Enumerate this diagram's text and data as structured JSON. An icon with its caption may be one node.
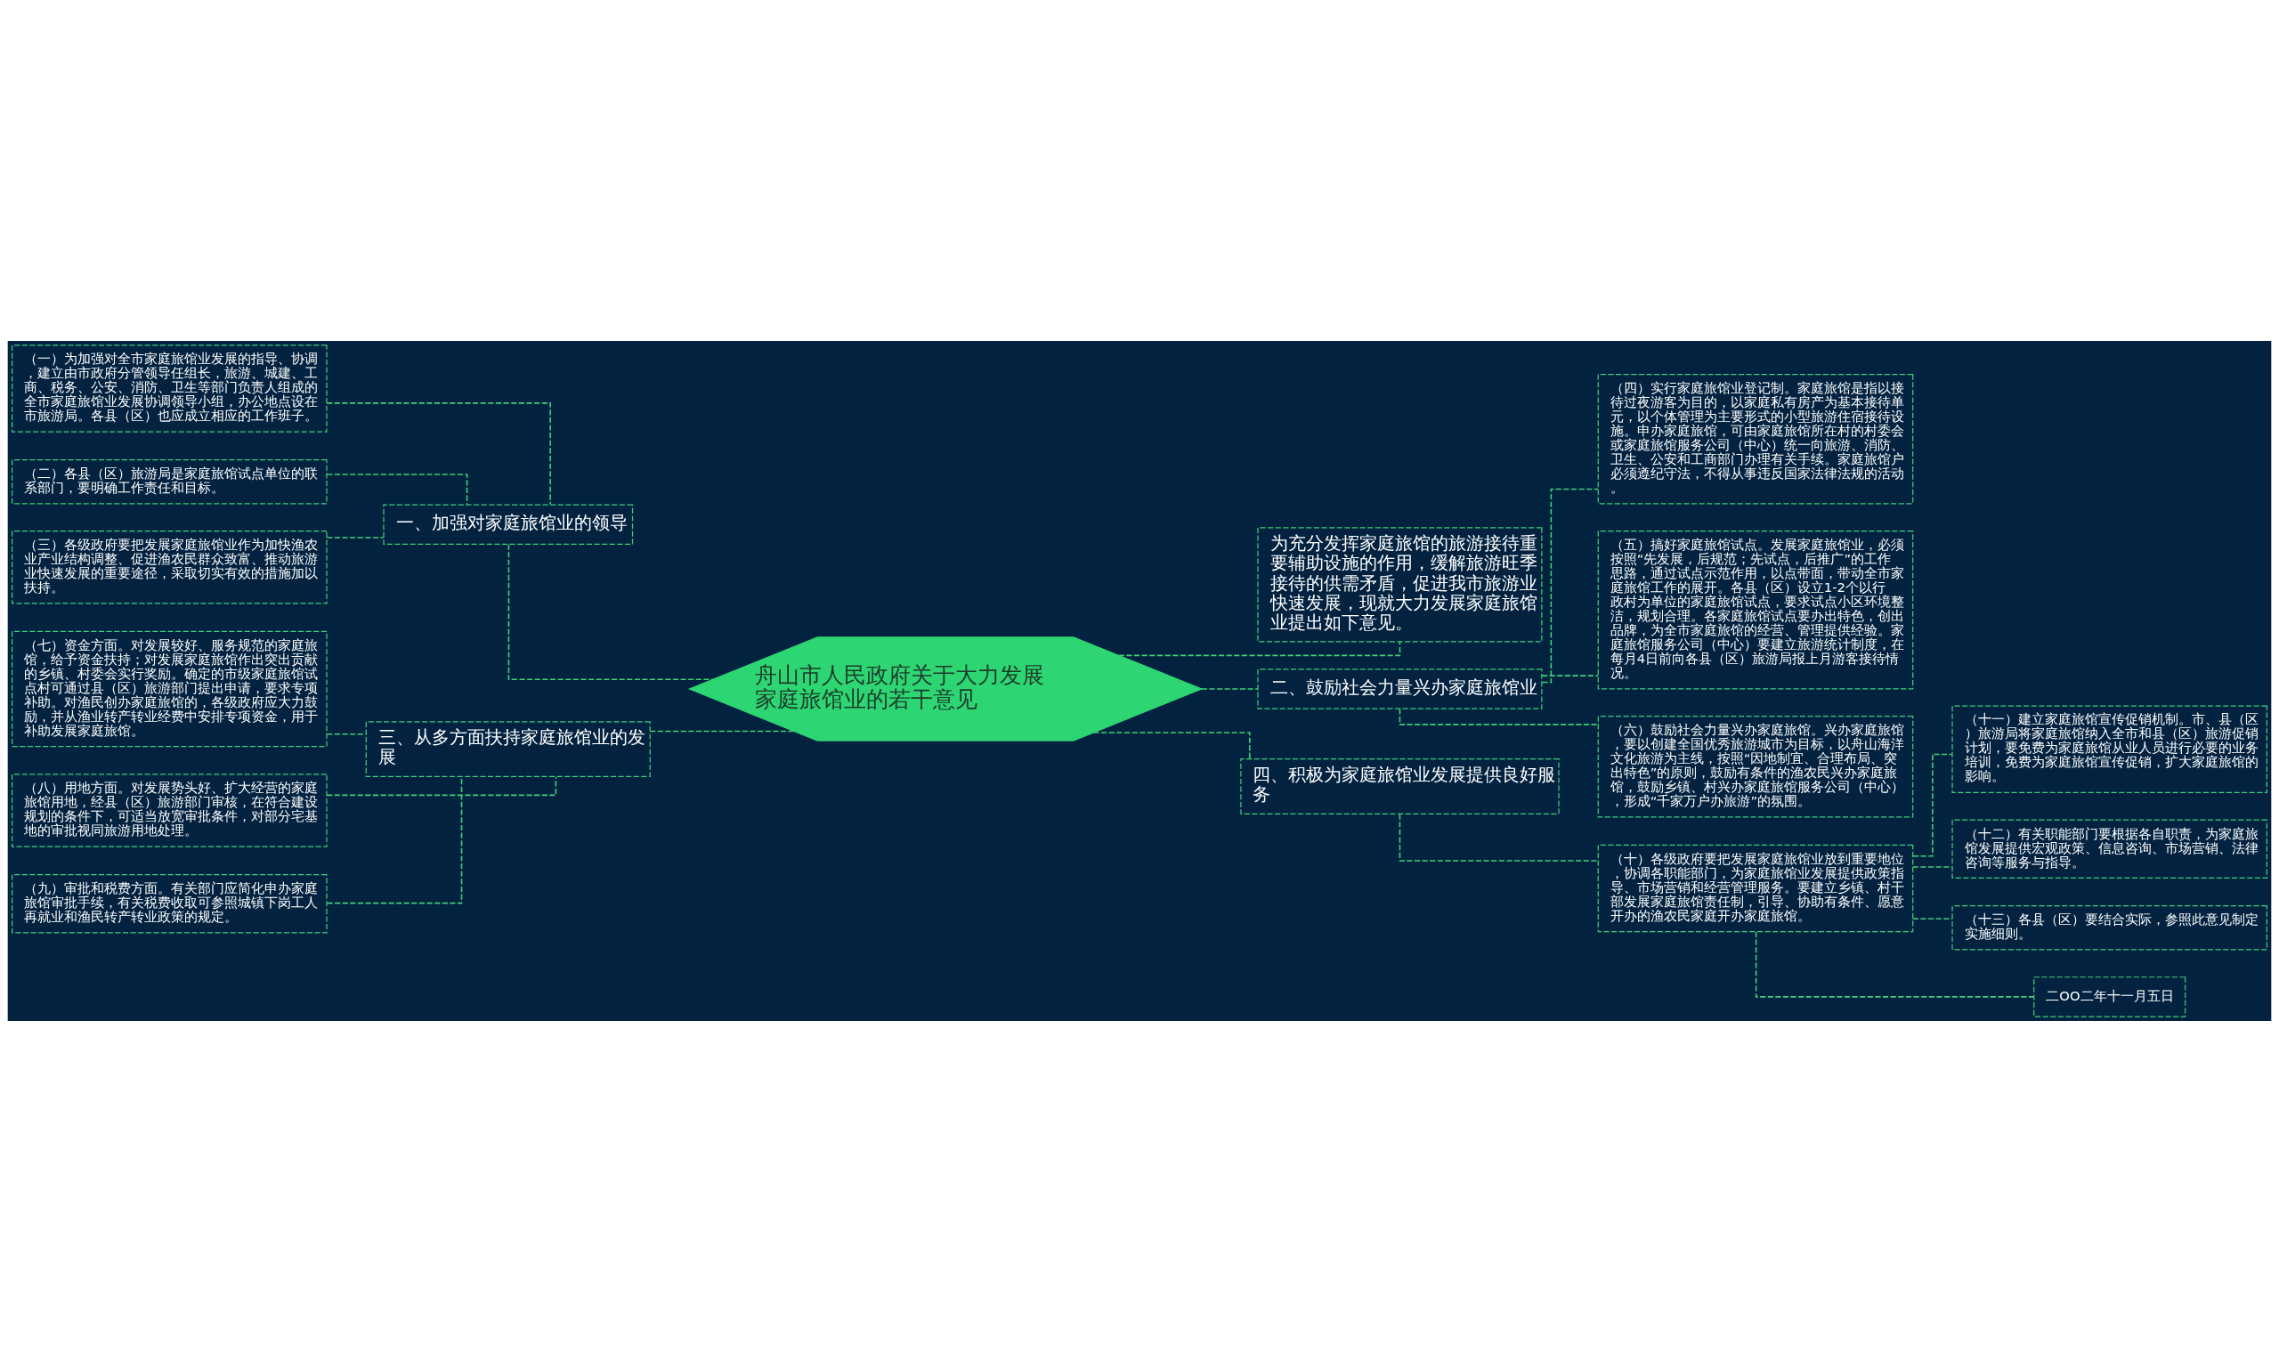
{
  "diagram": {
    "nodes": [
      {
        "text": [
          "舟山市人民政府关于大力发展家庭旅馆业的若干意见"
        ]
      },
      {
        "text": [
          "为充分发挥家庭旅馆的旅游接待重要辅助设施的作用，缓解旅游旺季接待的供需矛盾，促进我市旅游业快速发展，现就大力发展家庭旅馆业提出如下意见。"
        ]
      },
      {
        "text": [
          "一、加强对家庭旅馆业的领导"
        ]
      },
      {
        "text": [
          "（一）为加强对全市家庭旅馆业发展的指导、协调，建立由市政府分管领导任组长，旅游、城建、工商、税务、公安、消防、卫生等部门负责人组成的全市家庭旅馆业发展协调领导小组，办公地点设在市旅游局。各县（区）也应成立相应的工作班子。"
        ]
      },
      {
        "text": [
          "（二）各县（区）旅游局是家庭旅馆试点单位的联系部门，要明确工作责任和目标。"
        ]
      },
      {
        "text": [
          "（三）各级政府要把发展家庭旅馆业作为加快渔农业产业结构调整、促进渔农民群众致富、推动旅游业快速发展的重要途径，采取切实有效的措施加以扶持。"
        ]
      },
      {
        "text": [
          "二、鼓励社会力量兴办家庭旅馆业"
        ]
      },
      {
        "text": [
          "（四）实行家庭旅馆业登记制。家庭旅馆是指以接待过夜游客为目的，以家庭私有房产为基本接待单元，以个体管理为主要形式的小型旅游住宿接待设施。申办家庭旅馆，可由家庭旅馆所在村的村委会或家庭旅馆服务公司（中心）统一向旅游、消防、卫生、公安和工商部门办理有关手续。家庭旅馆户必须遵纪守法，不得从事违反国家法律法规的活动。"
        ]
      },
      {
        "text": [
          "（五）搞好家庭旅馆试点。发展家庭旅馆业，必须按照“先发展，后规范；先试点，后推广”的工作思路，通过试点示范作用，以点带面，带动全市家庭旅馆工作的展开。各县（区）设立1-2个以行政村为单位的家庭旅馆试点，要求试点小区环境整洁，规划合理。各家庭旅馆试点要办出特色，创出品牌，为全市家庭旅馆的经营、管理提供经验。家庭旅馆服务公司（中心）要建立旅游统计制度，在每月4日前向各县（区）旅游局报上月游客接待情况。"
        ]
      },
      {
        "text": [
          "（六）鼓励社会力量兴办家庭旅馆。兴办家庭旅馆，要以创建全国优秀旅游城市为目标，以舟山海洋文化旅游为主线，按照“因地制宜、合理布局、突出特色”的原则，鼓励有条件的渔农民兴办家庭旅馆，鼓励乡镇、村兴办家庭旅馆服务公司（中心），形成“千家万户办旅游”的氛围。"
        ]
      },
      {
        "text": [
          "三、从多方面扶持家庭旅馆业的发展"
        ]
      },
      {
        "text": [
          "（七）资金方面。对发展较好、服务规范的家庭旅馆，给予资金扶持；对发展家庭旅馆作出突出贡献的乡镇、村委会实行奖励。确定的市级家庭旅馆试点村可通过县（区）旅游部门提出申请，要求专项补助。对渔民创办家庭旅馆的，各级政府应大力鼓励，并从渔业转产转业经费中安排专项资金，用于补助发展家庭旅馆。"
        ]
      },
      {
        "text": [
          "（八）用地方面。对发展势头好、扩大经营的家庭旅馆用地，经县（区）旅游部门审核，在符合建设规划的条件下，可适当放宽审批条件，对部分宅基地的审批视同旅游用地处理。"
        ]
      },
      {
        "text": [
          "（九）审批和税费方面。有关部门应简化申办家庭旅馆审批手续，有关税费收取可参照城镇下岗工人再就业和渔民转产转业政策的规定。"
        ]
      },
      {
        "text": [
          "四、积极为家庭旅馆业发展提供良好服务"
        ]
      },
      {
        "text": [
          "（十）各级政府要把发展家庭旅馆业放到重要地位，协调各职能部门，为家庭旅馆业发展提供政策指导、市场营销和经营管理服务。要建立乡镇、村干部发展家庭旅馆责任制，引导、协助有条件、愿意开办的渔农民家庭开办家庭旅馆。"
        ]
      },
      {
        "text": [
          "（十一）建立家庭旅馆宣传促销机制。市、县（区）旅游局将家庭旅馆纳入全市和县（区）旅游促销计划，要免费为家庭旅馆从业人员进行必要的业务培训，免费为家庭旅馆宣传促销，扩大家庭旅馆的影响。"
        ]
      },
      {
        "text": [
          "（十二）有关职能部门要根据各自职责，为家庭旅馆发展提供宏观政策、信息咨询、市场营销、法律咨询等服务与指导。"
        ]
      },
      {
        "text": [
          "（十三）各县（区）要结合实际，参照此意见制定实施细则。"
        ]
      },
      {
        "text": [
          "二OO二年十一月五日"
        ]
      }
    ],
    "edges": [
      {
        "from": 0,
        "to": 1,
        "arrow": "none",
        "style": "dashed"
      },
      {
        "from": 0,
        "to": 2,
        "arrow": "none",
        "style": "dashed"
      },
      {
        "from": 2,
        "to": 3,
        "arrow": "none",
        "style": "dashed"
      },
      {
        "from": 2,
        "to": 4,
        "arrow": "none",
        "style": "dashed"
      },
      {
        "from": 2,
        "to": 5,
        "arrow": "none",
        "style": "dashed"
      },
      {
        "from": 0,
        "to": 6,
        "arrow": "none",
        "style": "dashed"
      },
      {
        "from": 6,
        "to": 7,
        "arrow": "none",
        "style": "dashed"
      },
      {
        "from": 6,
        "to": 8,
        "arrow": "none",
        "style": "dashed"
      },
      {
        "from": 6,
        "to": 9,
        "arrow": "none",
        "style": "dashed"
      },
      {
        "from": 0,
        "to": 10,
        "arrow": "none",
        "style": "dashed"
      },
      {
        "from": 10,
        "to": 11,
        "arrow": "none",
        "style": "dashed"
      },
      {
        "from": 10,
        "to": 12,
        "arrow": "none",
        "style": "dashed"
      },
      {
        "from": 10,
        "to": 13,
        "arrow": "none",
        "style": "dashed"
      },
      {
        "from": 0,
        "to": 14,
        "arrow": "none",
        "style": "dashed"
      },
      {
        "from": 14,
        "to": 15,
        "arrow": "none",
        "style": "dashed"
      },
      {
        "from": 15,
        "to": 16,
        "arrow": "none",
        "style": "dashed"
      },
      {
        "from": 15,
        "to": 17,
        "arrow": "none",
        "style": "dashed"
      },
      {
        "from": 15,
        "to": 18,
        "arrow": "none",
        "style": "dashed"
      },
      {
        "from": 15,
        "to": 19,
        "arrow": "none",
        "style": "dashed"
      }
    ]
  }
}
